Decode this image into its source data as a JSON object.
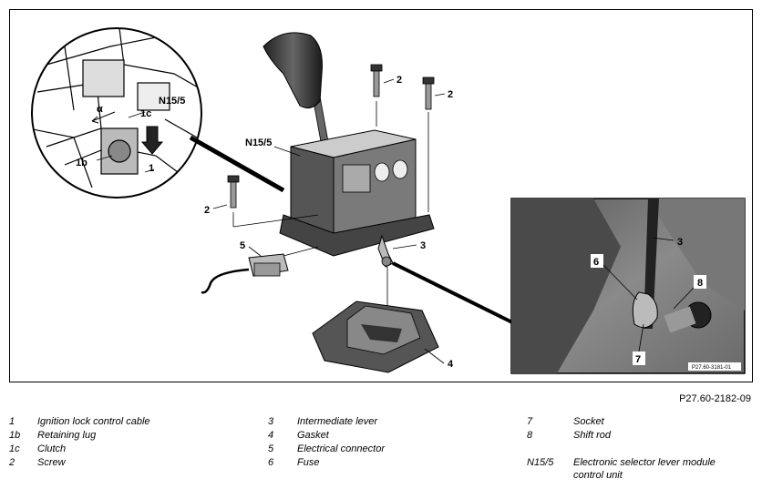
{
  "callouts": {
    "n15_5_inset": "N15/5",
    "c1c": "1c",
    "alpha": "α",
    "c1b": "1b",
    "c1": "1",
    "n15_5_main": "N15/5",
    "screw_a": "2",
    "screw_b": "2",
    "screw_c": "2",
    "c5": "5",
    "c3": "3",
    "c4": "4",
    "photo_3": "3",
    "photo_6": "6",
    "photo_8": "8",
    "photo_7": "7",
    "photo_code": "P27.60-3181-01"
  },
  "figure_code": "P27.60-2182-09",
  "legend": [
    {
      "num": "1",
      "text": "Ignition lock control cable"
    },
    {
      "num": "1b",
      "text": "Retaining lug"
    },
    {
      "num": "1c",
      "text": "Clutch"
    },
    {
      "num": "2",
      "text": "Screw"
    },
    {
      "num": "3",
      "text": "Intermediate lever"
    },
    {
      "num": "4",
      "text": "Gasket"
    },
    {
      "num": "5",
      "text": "Electrical connector"
    },
    {
      "num": "6",
      "text": "Fuse"
    },
    {
      "num": "7",
      "text": "Socket"
    },
    {
      "num": "8",
      "text": "Shift rod"
    },
    {
      "num": "N15/5",
      "text": "Electronic selector lever module control unit"
    }
  ]
}
